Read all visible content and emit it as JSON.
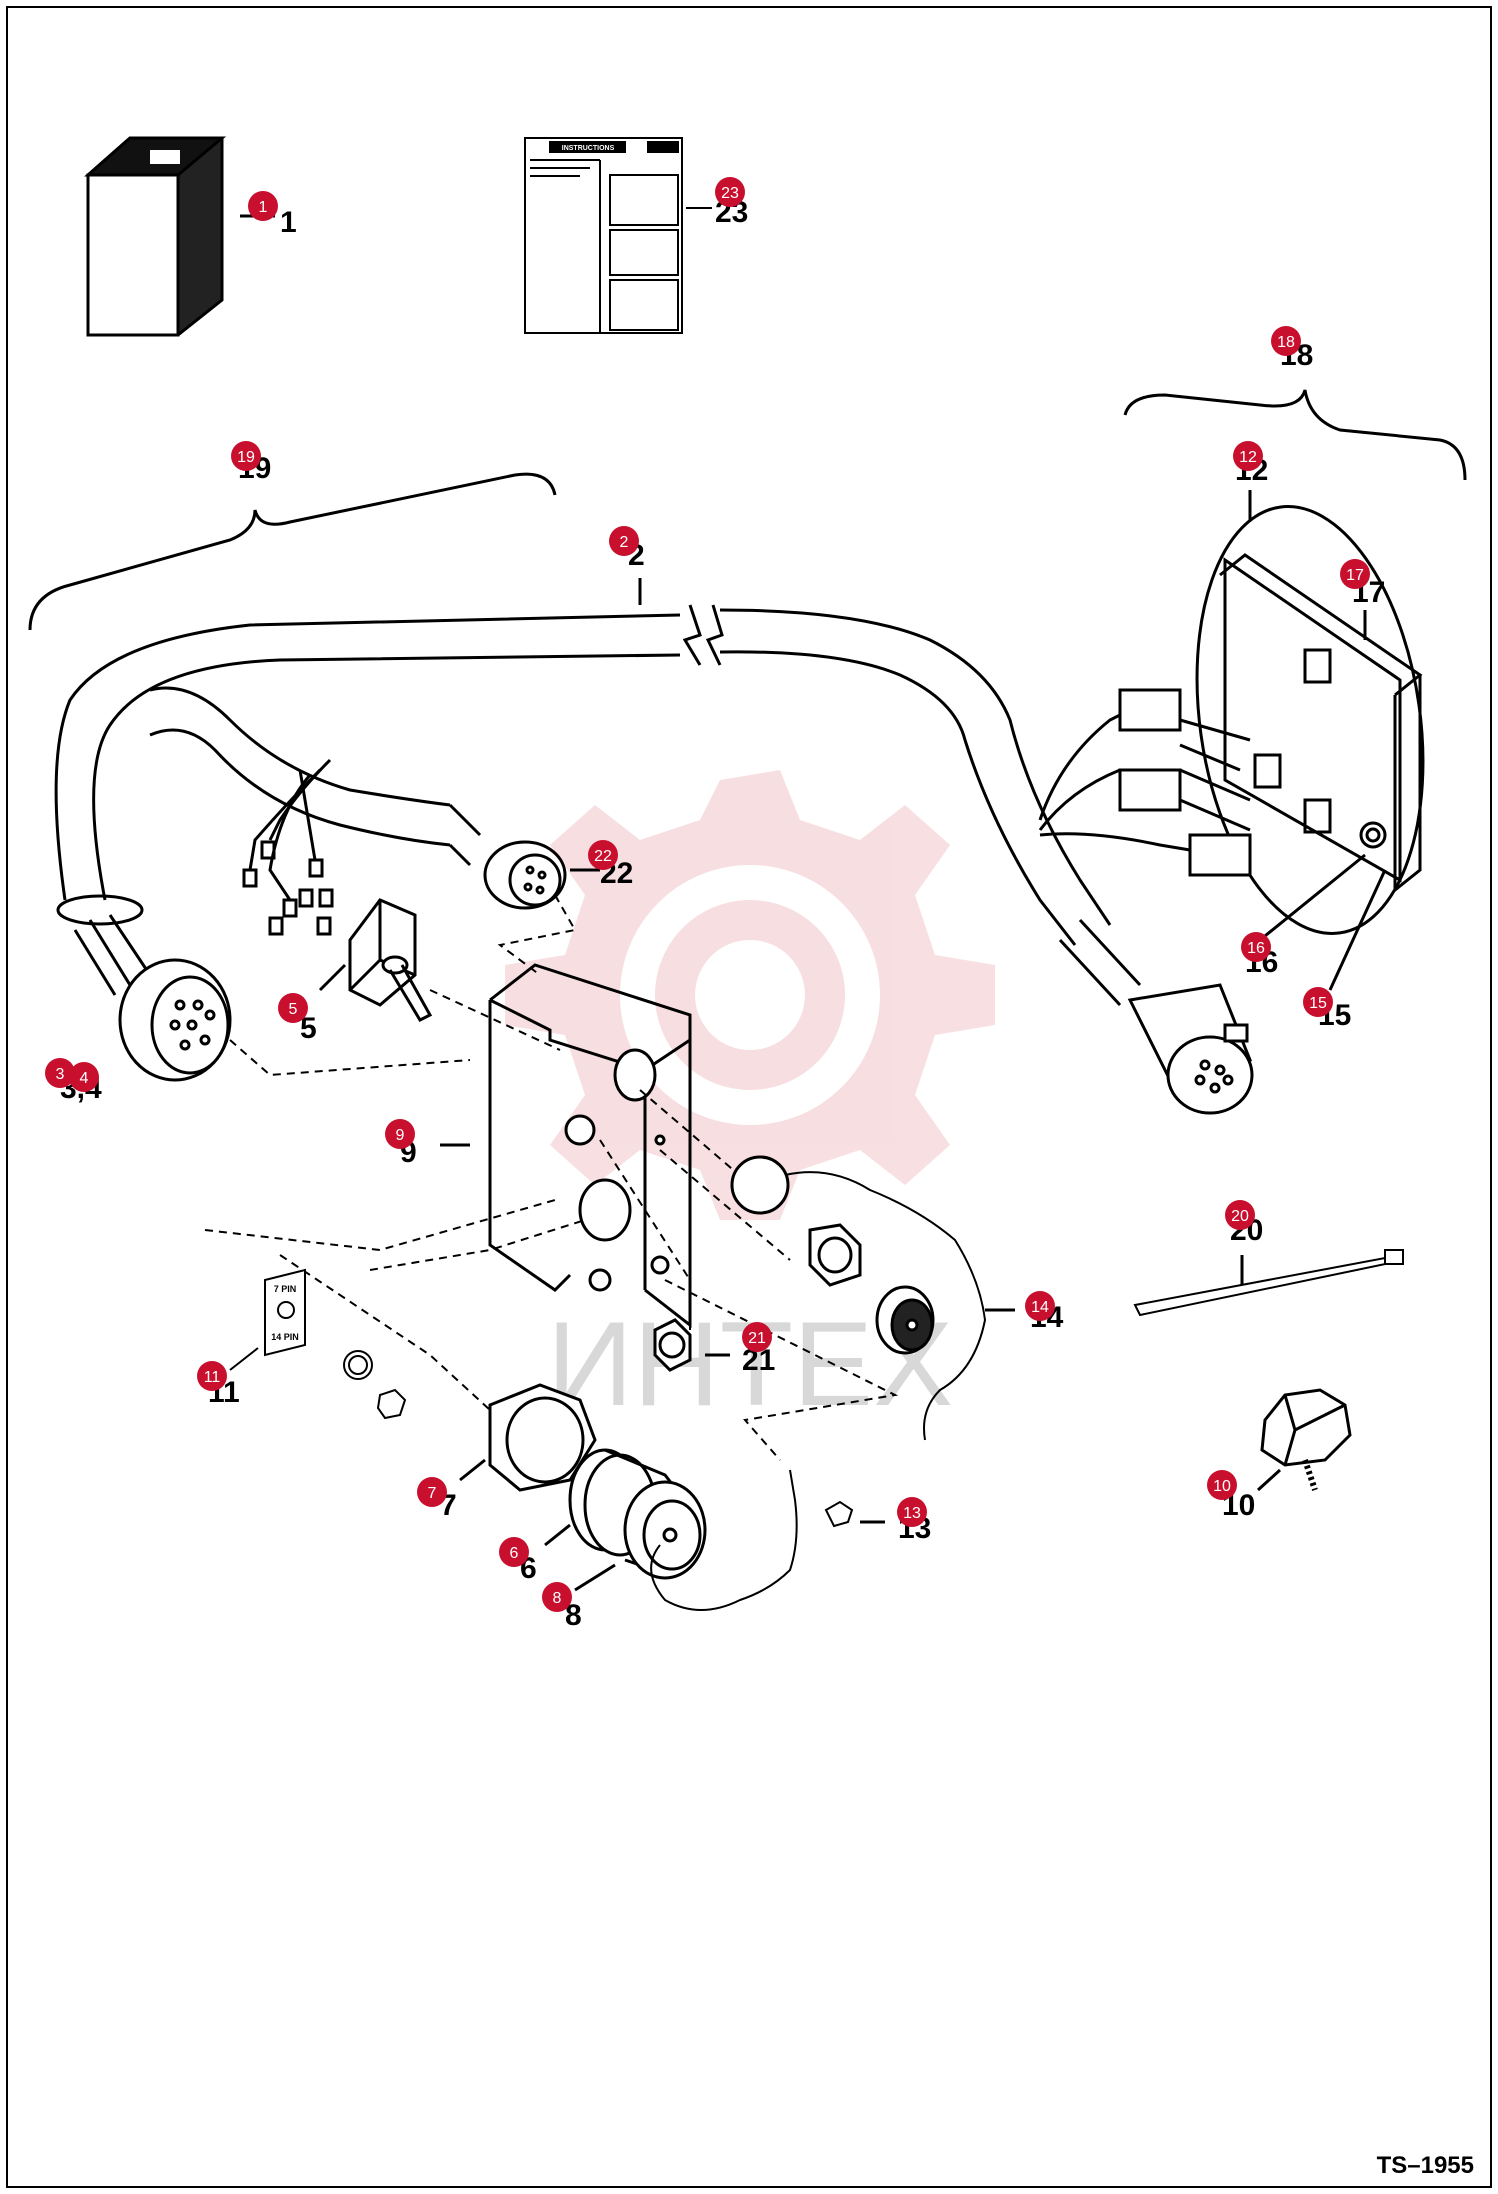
{
  "drawing_code": "TS–1955",
  "watermark_text": "ИНТЕХ",
  "colors": {
    "marker": "#c8102e",
    "line": "#000000",
    "watermark": "#f2c4c8",
    "watermark_text": "#d0d0d0"
  },
  "instruction_sheet": {
    "heading": "INSTRUCTIONS"
  },
  "decal": {
    "top_text": "7 PIN",
    "bottom_text": "14 PIN"
  },
  "callouts": {
    "c1": "1",
    "c2": "2",
    "c3_4": "3,4",
    "c5": "5",
    "c6": "6",
    "c7": "7",
    "c8": "8",
    "c9": "9",
    "c10": "10",
    "c11": "11",
    "c12": "12",
    "c13": "13",
    "c14": "14",
    "c15": "15",
    "c16": "16",
    "c17": "17",
    "c18": "18",
    "c19": "19",
    "c20": "20",
    "c21": "21",
    "c22": "22",
    "c23": "23"
  },
  "markers": {
    "m1": "1",
    "m2": "2",
    "m3": "3",
    "m4": "4",
    "m5": "5",
    "m6": "6",
    "m7": "7",
    "m8": "8",
    "m9": "9",
    "m10": "10",
    "m11": "11",
    "m12": "12",
    "m13": "13",
    "m14": "14",
    "m15": "15",
    "m16": "16",
    "m17": "17",
    "m18": "18",
    "m19": "19",
    "m20": "20",
    "m21": "21",
    "m22": "22",
    "m23": "23"
  }
}
